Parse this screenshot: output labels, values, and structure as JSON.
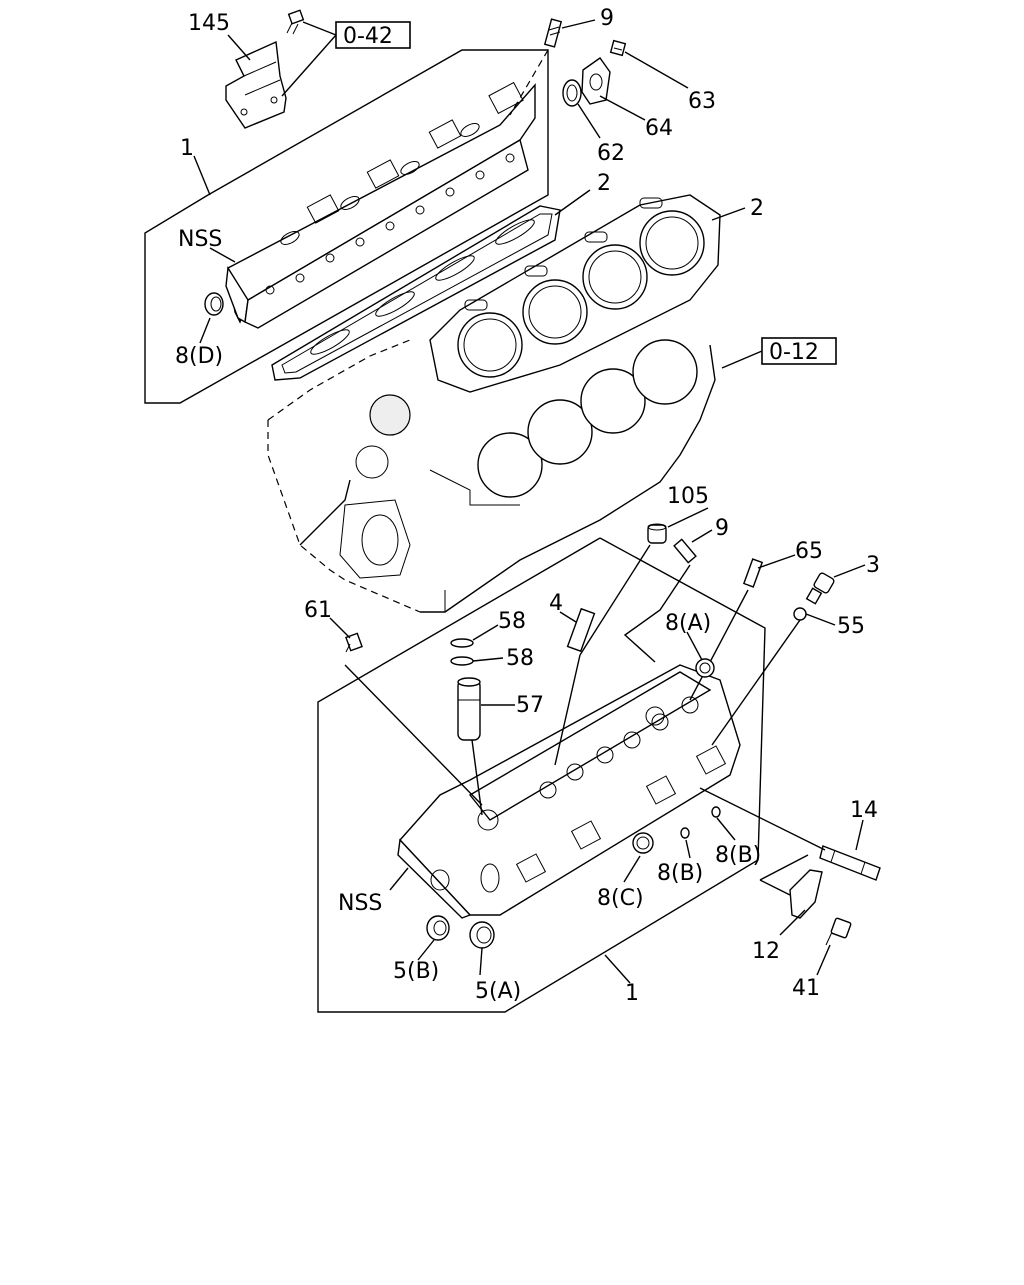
{
  "callouts": {
    "c145": "145",
    "c9_top": "9",
    "ref_o42": "0-42",
    "c63": "63",
    "c64": "64",
    "c62": "62",
    "c1_top": "1",
    "c2_mid": "2",
    "c2_right": "2",
    "nss_top": "NSS",
    "c8d": "8(D)",
    "ref_o12": "0-12",
    "c105": "105",
    "c9_low": "9",
    "c65": "65",
    "c3": "3",
    "c4": "4",
    "c8a": "8(A)",
    "c55": "55",
    "c61": "61",
    "c58a": "58",
    "c58b": "58",
    "c57": "57",
    "c14": "14",
    "c8b_right": "8(B)",
    "c8b_left": "8(B)",
    "c8c": "8(C)",
    "nss_low": "NSS",
    "c12": "12",
    "c5b": "5(B)",
    "c5a": "5(A)",
    "c1_low": "1",
    "c41": "41"
  }
}
